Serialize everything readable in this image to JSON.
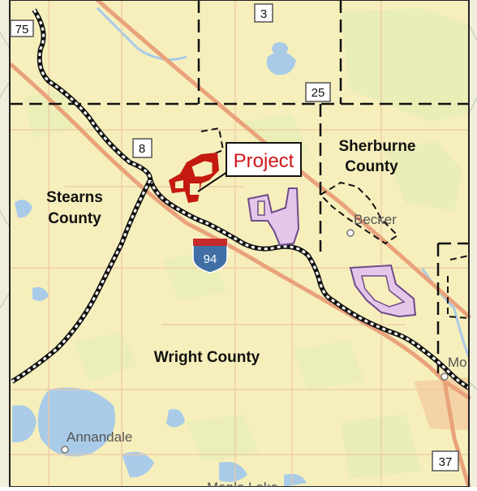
{
  "map": {
    "callout_label": "Project",
    "counties": {
      "stearns": [
        "Stearns",
        "County"
      ],
      "sherburne": [
        "Sherburne",
        "County"
      ],
      "wright": "Wright County"
    },
    "towns": {
      "annandale": "Annandale",
      "becker": "Becker",
      "monticello": "Mo",
      "maple_lake": "Maple Lake"
    },
    "route_shields": {
      "hwy_75": "75",
      "hwy_3": "3",
      "hwy_25": "25",
      "hwy_8": "8",
      "hwy_37": "37",
      "interstate_94": "94"
    },
    "colors": {
      "land": "#f6efbc",
      "water": "#a9cbe8",
      "wetland": "#e6ecb4",
      "highway": "#e9a27a",
      "project": "#c41a10",
      "project_label": "#d0151b",
      "study_area_fill": "#e4c6ea",
      "study_area_outline": "#6d4b8a",
      "interstate_shield": "#3f6fa5"
    }
  }
}
